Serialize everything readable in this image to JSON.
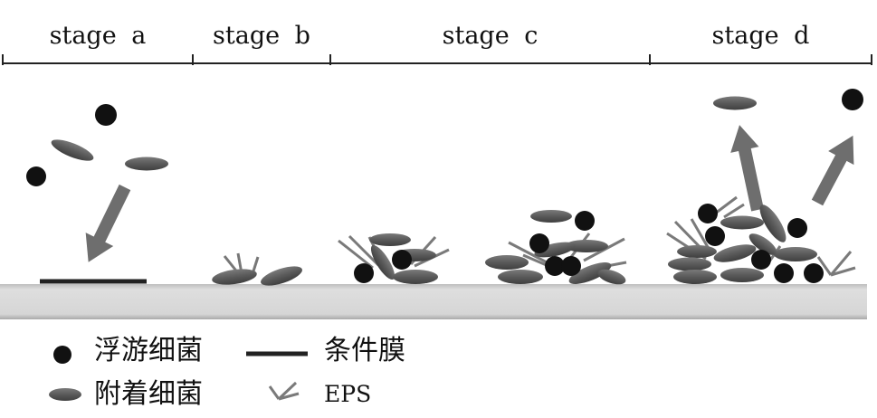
{
  "stages": [
    "stage  a",
    "stage  b",
    "stage  c",
    "stage  d"
  ],
  "legend": {
    "planktonic": "浮游细菌",
    "conditioning_film": "条件膜",
    "attached": "附着细菌",
    "eps": "EPS"
  },
  "colors": {
    "bacterium_dark": "#111111",
    "bacterium_gray": "#5f5f5f",
    "arrow": "#6e6e6e",
    "surface": "#d9d9d9",
    "line": "#222222"
  }
}
